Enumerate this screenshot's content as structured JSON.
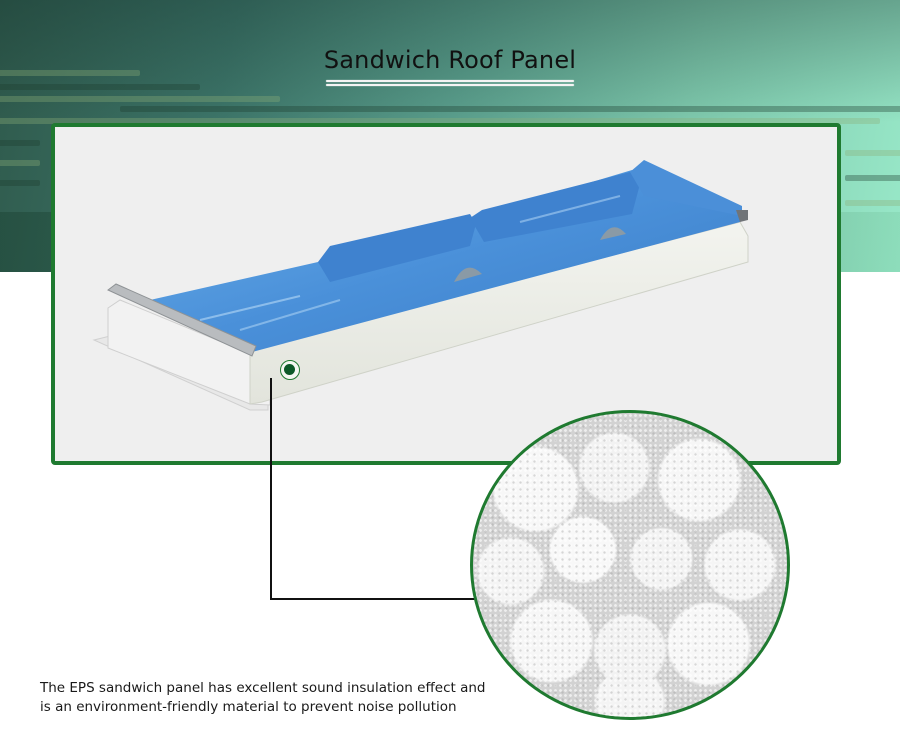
{
  "header": {
    "title": "Sandwich Roof Panel"
  },
  "product_image": {
    "subject": "EPS sandwich roof panel with blue corrugated steel top sheet",
    "top_sheet_color": "#4a90d9",
    "core_color": "#eef0ea",
    "frame_color": "#1f7a30"
  },
  "detail_callout": {
    "marker_color": "#0c5a28",
    "zoom_subject": "EPS foam core texture",
    "circle_border_color": "#1f7a30"
  },
  "caption": {
    "line1": "The EPS sandwich panel has excellent sound insulation effect and",
    "line2": "is an environment-friendly material to prevent noise pollution"
  },
  "colors": {
    "banner_left": "#2f5a4c",
    "banner_right": "#98e8c8",
    "accent_green": "#1f7a30",
    "text": "#111111"
  }
}
